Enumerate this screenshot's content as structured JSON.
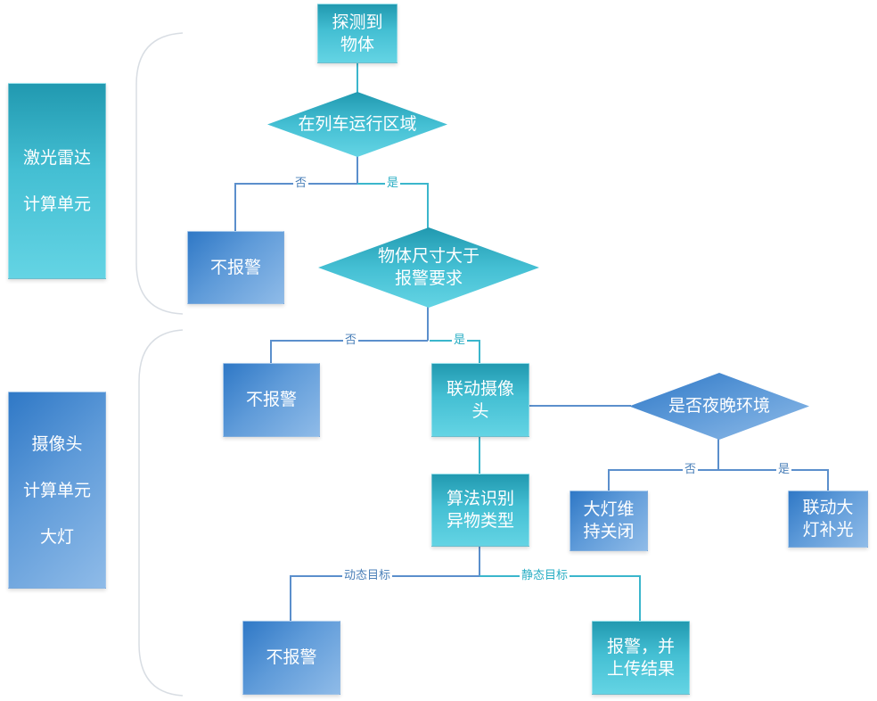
{
  "colors": {
    "teal": "#44bfd3",
    "blue": "#5f9bd9",
    "line_blue": "#5b8fcc",
    "line_teal": "#3bb6cc",
    "bracket": "#d8dde3"
  },
  "side_panels": {
    "lidar": {
      "lines": [
        "激光雷达",
        "计算单元"
      ]
    },
    "camera": {
      "lines": [
        "摄像头",
        "计算单元",
        "大灯"
      ]
    }
  },
  "nodes": {
    "detect": "探测到\n物体",
    "in_zone": "在列车运行区域",
    "no_alarm_1": "不报警",
    "size_check": "物体尺寸大于\n报警要求",
    "no_alarm_2": "不报警",
    "link_camera": "联动摄像\n头",
    "night_check": "是否夜晚环境",
    "light_off": "大灯维\n持关闭",
    "light_on": "联动大\n灯补光",
    "classify": "算法识别\n异物类型",
    "no_alarm_3": "不报警",
    "alarm_upload": "报警，并\n上传结果"
  },
  "edge_labels": {
    "zone_no": "否",
    "zone_yes": "是",
    "size_no": "否",
    "size_yes": "是",
    "night_no": "否",
    "night_yes": "是",
    "dynamic": "动态目标",
    "static": "静态目标"
  }
}
